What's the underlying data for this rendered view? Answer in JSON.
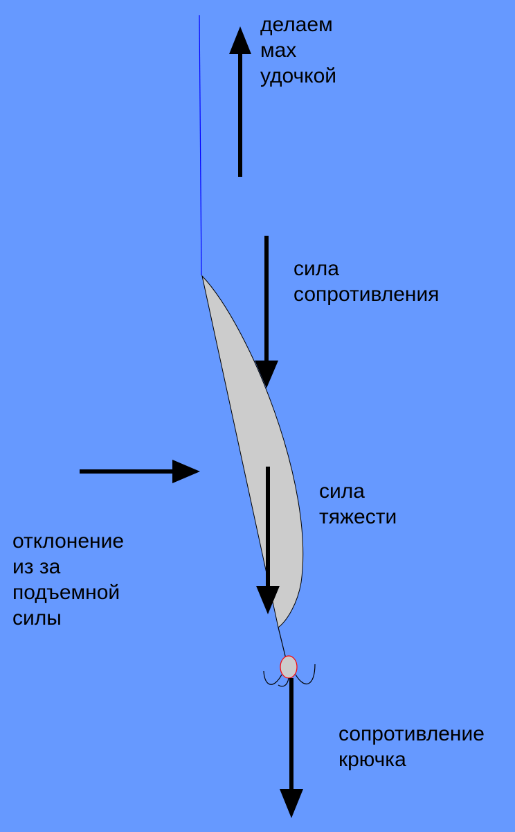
{
  "colors": {
    "background": "#6699ff",
    "fishing_line": "#0000ff",
    "lure_fill": "#cccccc",
    "arrow": "#000000",
    "hook_ring_outline": "#ff0000"
  },
  "labels": {
    "rod_swing": [
      "делаем",
      "мах",
      "удочкой"
    ],
    "drag_force": [
      "сила",
      "сопротивления"
    ],
    "gravity": [
      "сила",
      "тяжести"
    ],
    "lift_deflection": [
      "отклонение",
      "из за",
      "подъемной",
      "силы"
    ],
    "hook_resistance": [
      "сопротивление",
      "крючка"
    ]
  },
  "icons": {
    "lure": "lure-blade-icon",
    "hook": "treble-hook-icon",
    "arrow": "arrow-icon"
  }
}
